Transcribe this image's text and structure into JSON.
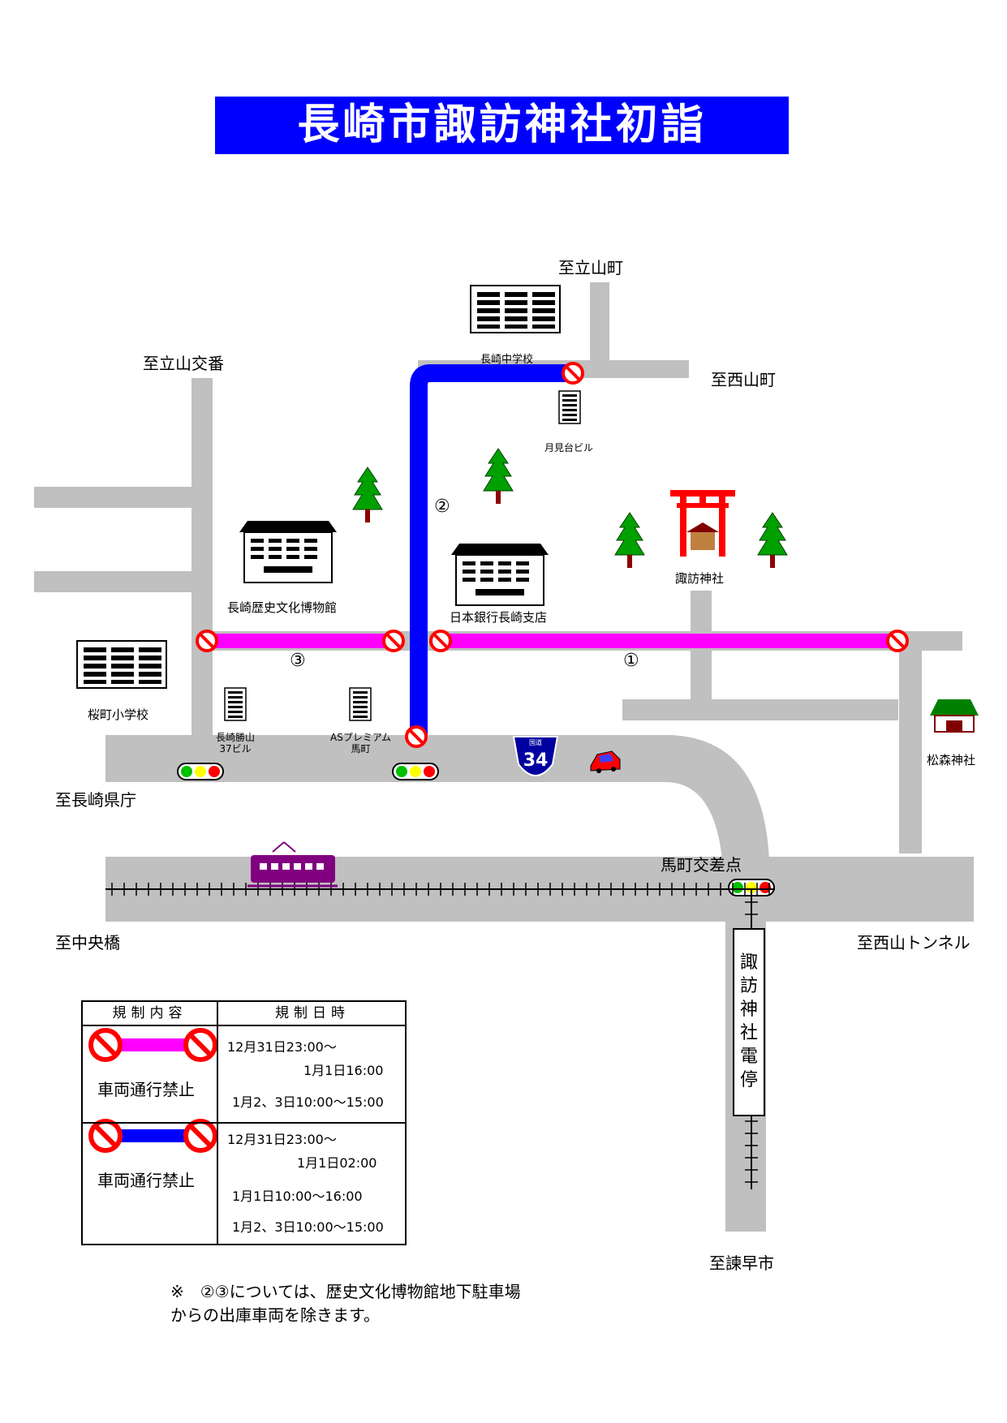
{
  "title": "長崎市諏訪神社初詣",
  "destinations": {
    "to_tateyama_machi": "至立山町",
    "to_tateyama_koban": "至立山交番",
    "to_nishiyama_machi": "至西山町",
    "to_nagasaki_kencho": "至長崎県庁",
    "to_chuo_bashi": "至中央橋",
    "to_nishiyama_tunnel": "至西山トンネル",
    "to_isahaya": "至諫早市"
  },
  "landmarks": {
    "junior_high": "長崎中学校",
    "tsukimidai": "月見台ビル",
    "museum": "長崎歴史文化博物館",
    "boj": "日本銀行長崎支店",
    "suwa_shrine": "諏訪神社",
    "sakuramachi_school": "桜町小学校",
    "katsuyama_line1": "長崎勝山",
    "katsuyama_line2": "37ビル",
    "as_premium_line1": "ASプレミアム",
    "as_premium_line2": "馬町",
    "matsumori_shrine": "松森神社",
    "umamachi_crossing": "馬町交差点",
    "suwa_station": "諏訪神社電停"
  },
  "route_markers": {
    "one": "①",
    "two": "②",
    "three": "③"
  },
  "route_sign": {
    "kokudo": "国道",
    "number": "34"
  },
  "legend": {
    "header_content": "規制内容",
    "header_time": "規制日時",
    "rows": [
      {
        "color": "#ff00ff",
        "ban": "車両通行禁止",
        "times": [
          "12月31日23:00〜",
          "1月1日16:00",
          "1月2、3日10:00〜15:00"
        ]
      },
      {
        "color": "#0000ff",
        "ban": "車両通行禁止",
        "times": [
          "12月31日23:00〜",
          "1月1日02:00",
          "1月1日10:00〜16:00",
          "1月2、3日10:00〜15:00"
        ]
      }
    ]
  },
  "note": {
    "line1": "※　②③については、歴史文化博物館地下駐車場",
    "line2": "からの出庫車両を除きます。"
  },
  "colors": {
    "road": "#c0c0c0",
    "blue_route": "#0000ff",
    "magenta_route": "#ff00ff",
    "no_entry": "#ff0000",
    "torii": "#ff0000",
    "tram": "#800080",
    "tree": "#008000"
  }
}
